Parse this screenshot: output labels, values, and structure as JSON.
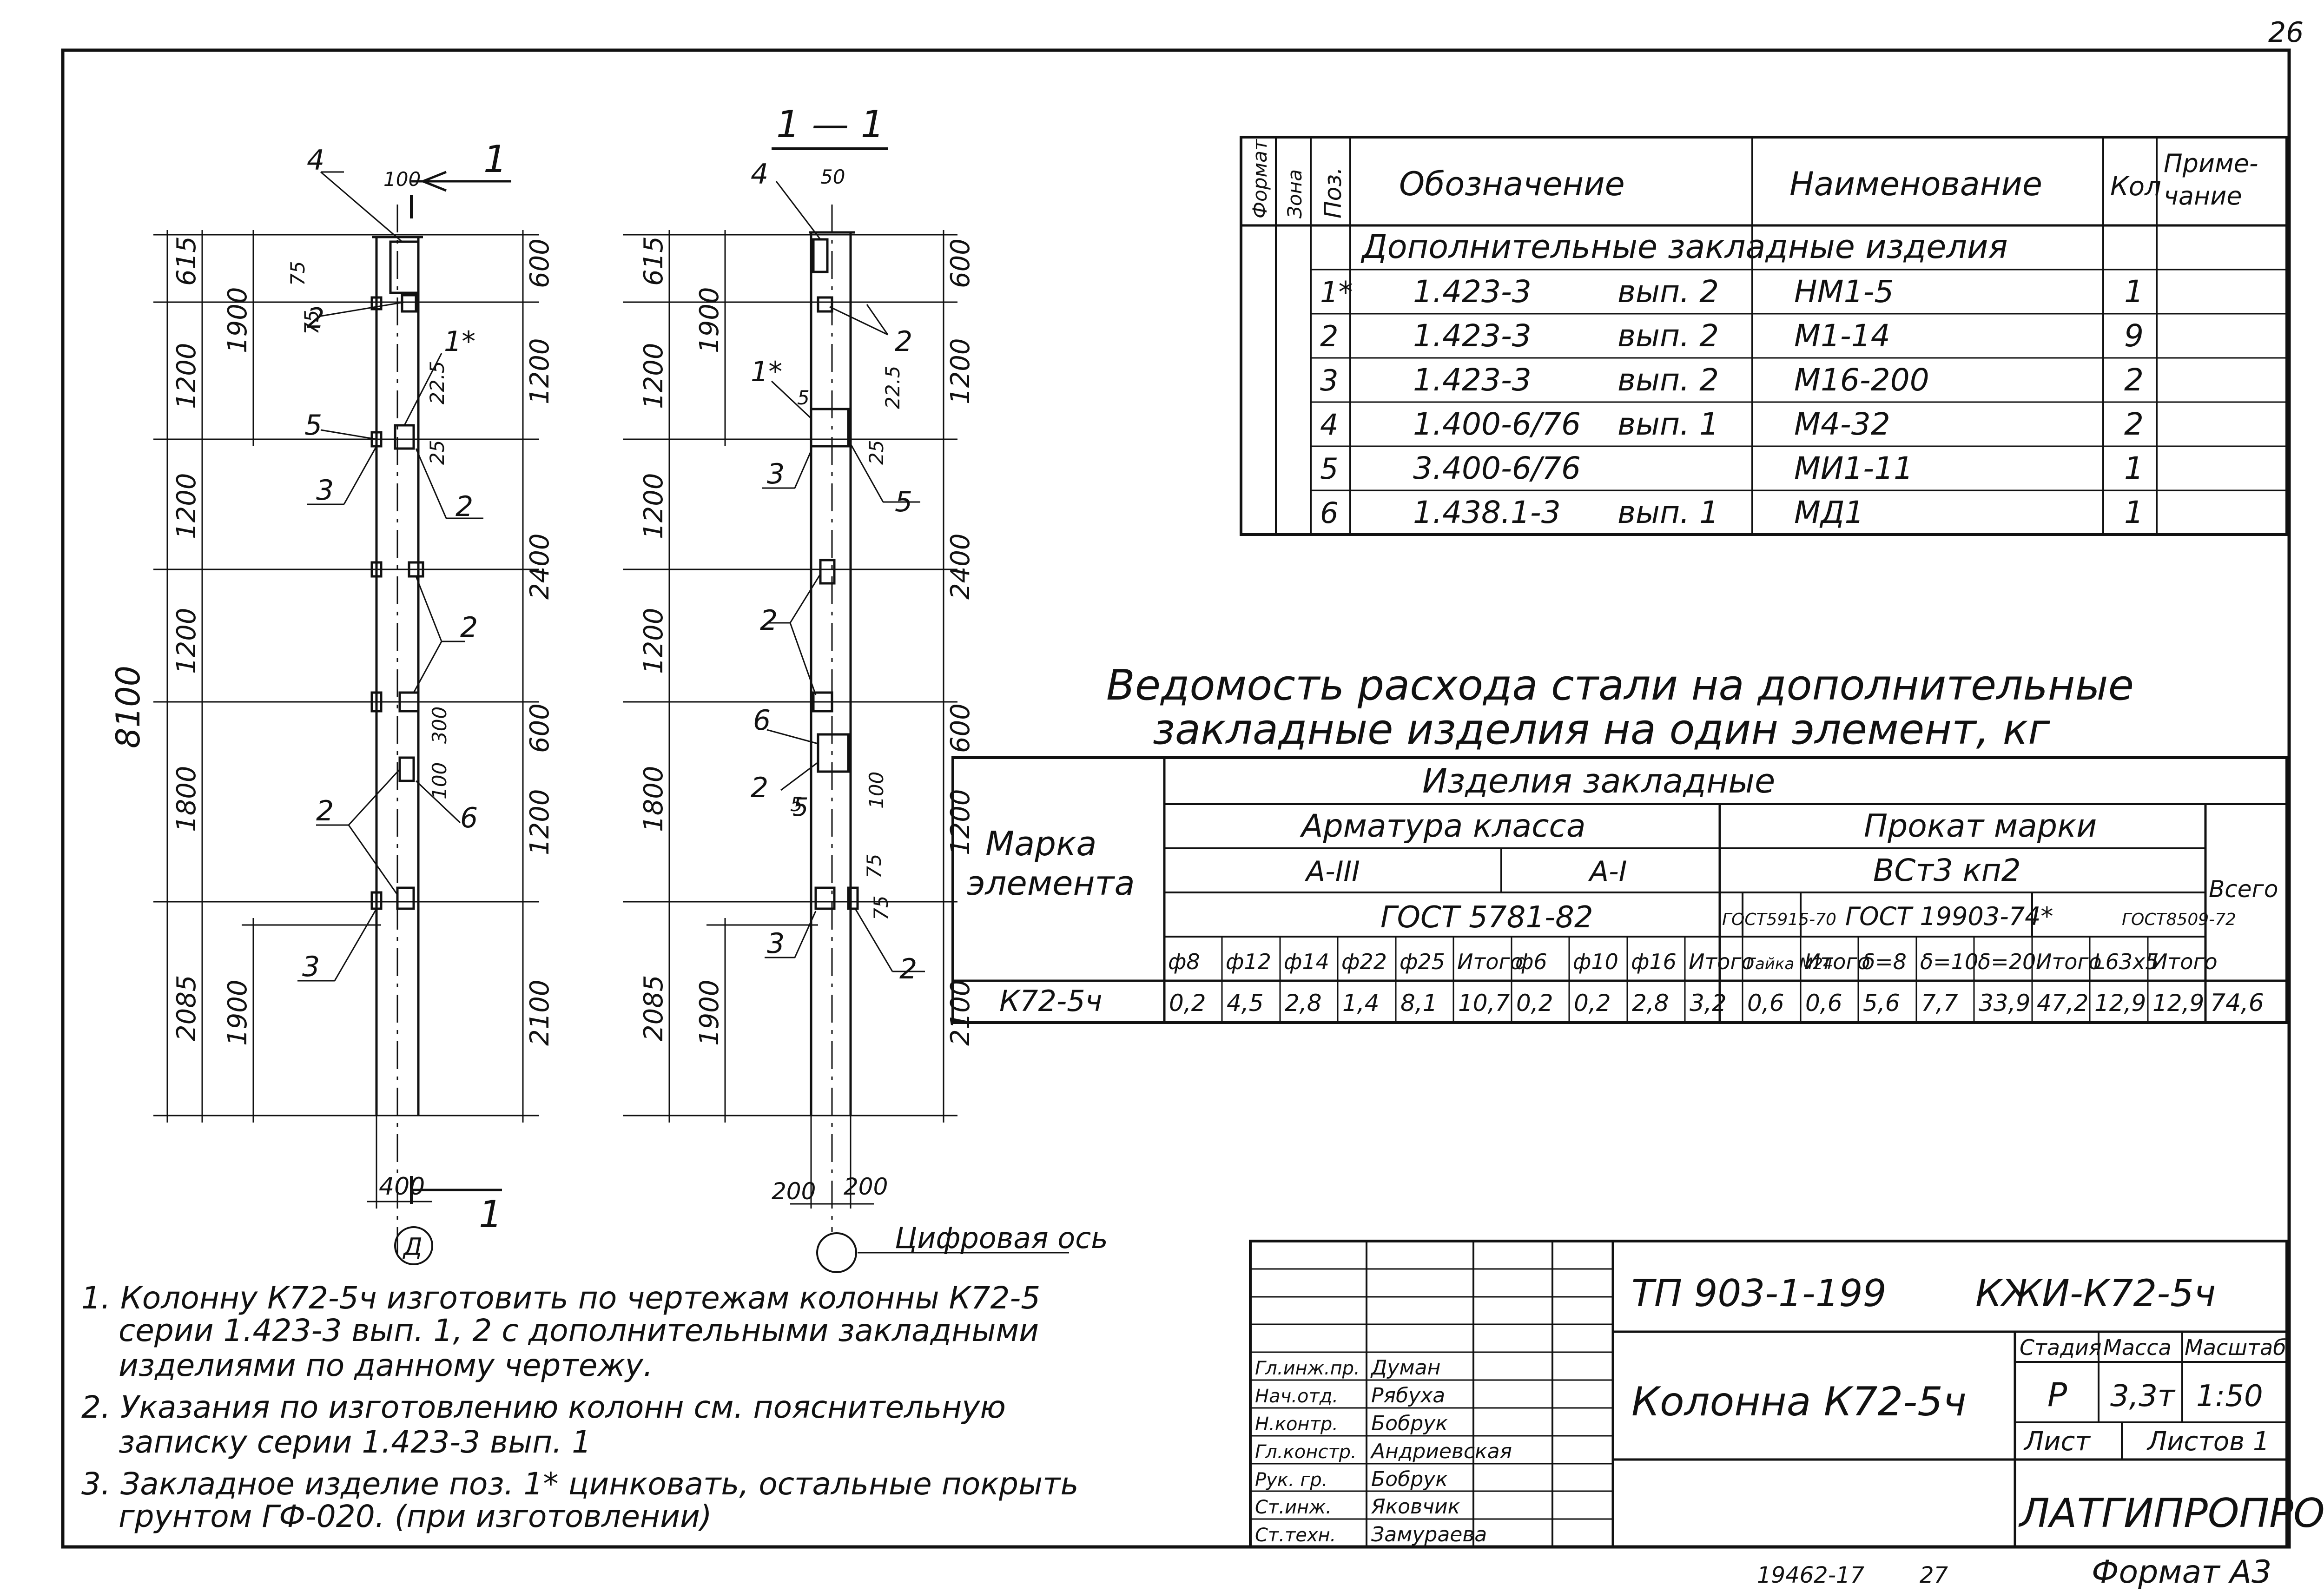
{
  "sheet": {
    "page_number": "26",
    "inventory": "19462-17",
    "inventory_sheet": "27",
    "format": "Формат А3"
  },
  "views": {
    "left": {
      "section_mark": "1",
      "axis_label": "Д",
      "width_dim": "400",
      "top_dim": "100",
      "overall": "8100",
      "levels": [
        "615",
        "1200",
        "1200",
        "1200",
        "1800",
        "2085"
      ],
      "sub_levels": [
        "1900",
        "1900"
      ],
      "right_dims": [
        "600",
        "1200",
        "2400",
        "600",
        "1200",
        "2100"
      ],
      "small_dims": [
        "75",
        "75",
        "22.5",
        "25",
        "300",
        "100"
      ],
      "callouts": [
        "4",
        "2",
        "1*",
        "5",
        "3",
        "2",
        "2",
        "6",
        "2",
        "3"
      ]
    },
    "section": {
      "title": "1 — 1",
      "axis_label": "Цифровая ось",
      "width_dims": [
        "200",
        "200"
      ],
      "top_dim": "50",
      "levels": [
        "615",
        "1200",
        "1200",
        "1200",
        "1800",
        "2085"
      ],
      "sub_levels": [
        "1900",
        "1900"
      ],
      "right_dims": [
        "600",
        "1200",
        "2400",
        "600",
        "1200",
        "2100"
      ],
      "small_dims": [
        "5",
        "22.5",
        "25",
        "100",
        "5",
        "75",
        "75"
      ],
      "callouts": [
        "4",
        "2",
        "1*",
        "3",
        "5",
        "2",
        "6",
        "2",
        "5",
        "3",
        "2"
      ]
    }
  },
  "spec": {
    "headers": [
      "Формат",
      "Зона",
      "Поз.",
      "Обозначение",
      "Наименование",
      "Кол",
      "Приме-",
      "чание"
    ],
    "group_title": "Дополнительные закладные изделия",
    "rows": [
      {
        "pos": "1*",
        "code": "1.423-3",
        "issue": "вып. 2",
        "name": "НМ1-5",
        "qty": "1"
      },
      {
        "pos": "2",
        "code": "1.423-3",
        "issue": "вып. 2",
        "name": "М1-14",
        "qty": "9"
      },
      {
        "pos": "3",
        "code": "1.423-3",
        "issue": "вып. 2",
        "name": "М16-200",
        "qty": "2"
      },
      {
        "pos": "4",
        "code": "1.400-6/76",
        "issue": "вып. 1",
        "name": "М4-32",
        "qty": "2"
      },
      {
        "pos": "5",
        "code": "3.400-6/76",
        "issue": "",
        "name": "МИ1-11",
        "qty": "1"
      },
      {
        "pos": "6",
        "code": "1.438.1-3",
        "issue": "вып. 1",
        "name": "МД1",
        "qty": "1"
      }
    ]
  },
  "steel": {
    "title_line1": "Ведомость расхода стали на дополнительные",
    "title_line2": "закладные изделия на один элемент, кг",
    "mark_header_1": "Марка",
    "mark_header_2": "элемента",
    "items_header": "Изделия закладные",
    "rebar_header": "Арматура класса",
    "rolled_header": "Прокат марки",
    "class_a3": "А-III",
    "class_a1": "А-I",
    "grade": "ВСт3 кп2",
    "gost_rebar": "ГОСТ 5781-82",
    "gost_nut": "ГОСТ5915-70",
    "gost_plate": "ГОСТ 19903-74*",
    "gost_angle": "ГОСТ8509-72",
    "total_header": "Всего",
    "columns": [
      "ф8",
      "ф12",
      "ф14",
      "ф22",
      "ф25",
      "Итого",
      "ф6",
      "ф10",
      "ф16",
      "Итого",
      "Гайка М24",
      "Итого",
      "δ=8",
      "δ=10",
      "δ=20",
      "Итого",
      "L63x5",
      "Итого"
    ],
    "row_mark": "К72-5ч",
    "values": [
      "0,2",
      "4,5",
      "2,8",
      "1,4",
      "8,1",
      "10,7",
      "0,2",
      "0,2",
      "2,8",
      "3,2",
      "0,6",
      "0,6",
      "5,6",
      "7,7",
      "33,9",
      "47,2",
      "12,9",
      "12,9"
    ],
    "total": "74,6"
  },
  "notes": [
    "1. Колонну К72-5ч изготовить по чертежам колонны К72-5",
    "серии 1.423-3 вып. 1, 2 с дополнительными закладными",
    "изделиями по данному чертежу.",
    "2. Указания по изготовлению колонн см. пояснительную",
    "записку серии 1.423-3 вып. 1",
    "3. Закладное изделие поз. 1* цинковать, остальные покрыть",
    "грунтом ГФ-020. (при изготовлении)"
  ],
  "title_block": {
    "project": "ТП 903-1-199",
    "code": "КЖИ-К72-5ч",
    "name": "Колонна К72-5ч",
    "stage_label": "Стадия",
    "mass_label": "Масса",
    "scale_label": "Масштаб",
    "stage": "Р",
    "mass": "3,3т",
    "scale": "1:50",
    "sheet_label": "Лист",
    "sheets_label": "Листов 1",
    "org": "ЛАТГИПРОПРОМ",
    "staff": [
      {
        "role": "Гл.инж.пр.",
        "name": "Думан"
      },
      {
        "role": "Нач.отд.",
        "name": "Рябуха"
      },
      {
        "role": "Н.контр.",
        "name": "Бобрук"
      },
      {
        "role": "Гл.констр.",
        "name": "Андриевская"
      },
      {
        "role": "Рук. гр.",
        "name": "Бобрук"
      },
      {
        "role": "Ст.инж.",
        "name": "Яковчик"
      },
      {
        "role": "Ст.техн.",
        "name": "Замураева"
      }
    ]
  }
}
